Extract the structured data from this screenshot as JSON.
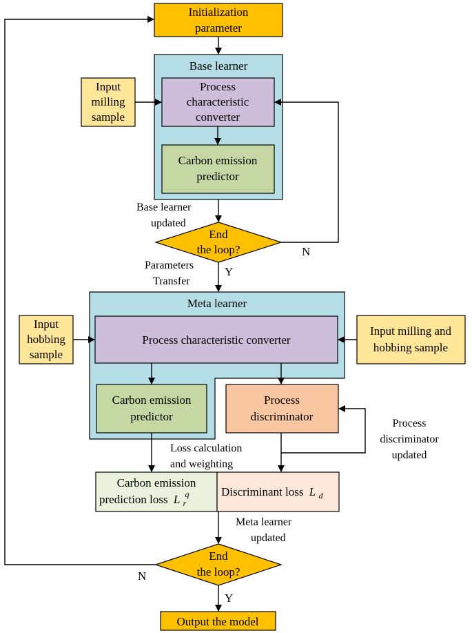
{
  "colors": {
    "orange": "#FFC000",
    "yellow": "#FFE699",
    "light_blue": "#B4DDE6",
    "purple": "#CDBEDC",
    "green": "#C5D8A3",
    "salmon": "#F8C6A0",
    "light_green": "#EAF1DC",
    "light_peach": "#FCE8DA"
  },
  "init": {
    "line1": "Initialization",
    "line2": "parameter"
  },
  "base": {
    "title": "Base learner",
    "input_line1": "Input",
    "input_line2": "milling",
    "input_line3": "sample",
    "converter_line1": "Process",
    "converter_line2": "characteristic",
    "converter_line3": "converter",
    "predictor_line1": "Carbon emission",
    "predictor_line2": "predictor",
    "updated_line1": "Base learner",
    "updated_line2": "updated"
  },
  "loop1": {
    "line1": "End",
    "line2": "the loop?",
    "no": "N",
    "yes": "Y"
  },
  "transfer": {
    "line1": "Parameters",
    "line2": "Transfer"
  },
  "meta": {
    "title": "Meta learner",
    "input_left_line1": "Input",
    "input_left_line2": "hobbing",
    "input_left_line3": "sample",
    "input_right_line1": "Input milling and",
    "input_right_line2": "hobbing sample",
    "converter": "Process characteristic converter",
    "predictor_line1": "Carbon emission",
    "predictor_line2": "predictor",
    "discriminator_line1": "Process",
    "discriminator_line2": "discriminator",
    "disc_updated_line1": "Process",
    "disc_updated_line2": "discriminator",
    "disc_updated_line3": "updated",
    "loss_calc_line1": "Loss calculation",
    "loss_calc_line2": "and weighting",
    "pred_loss_line1": "Carbon emission",
    "pred_loss_line2": "prediction loss",
    "pred_loss_symbol": "L",
    "pred_loss_sub": "r",
    "pred_loss_sup": "q",
    "disc_loss": "Discriminant loss",
    "disc_loss_symbol": "L",
    "disc_loss_sub": "d",
    "updated_line1": "Meta learner",
    "updated_line2": "updated"
  },
  "loop2": {
    "line1": "End",
    "line2": "the loop?",
    "no": "N",
    "yes": "Y"
  },
  "output": "Output the model"
}
